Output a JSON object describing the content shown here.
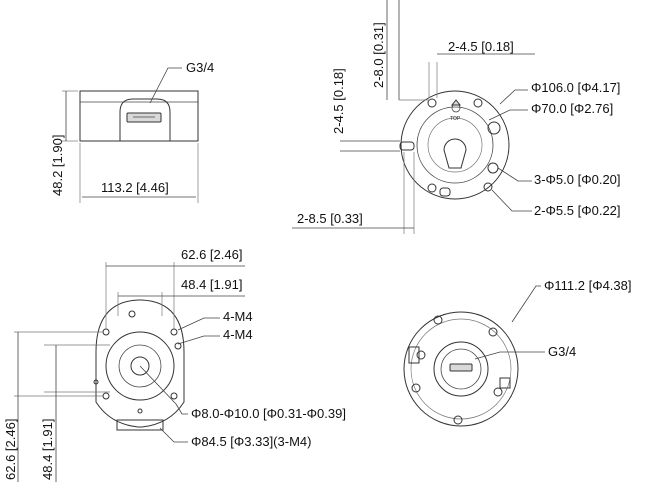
{
  "side_view": {
    "thread": "G3/4",
    "width": "113.2 [4.46]",
    "height": "48.2 [1.90]"
  },
  "back_view": {
    "dim_top": "2-8.0 [0.31]",
    "dim_side": "2-4.5 [0.18]",
    "dim_top_right": "2-4.5 [0.18]",
    "dim_bottom": "2-8.5 [0.33]",
    "dia_outer": "Φ106.0 [Φ4.17]",
    "dia_inner": "Φ70.0 [Φ2.76]",
    "holes_small": "3-Φ5.0 [Φ0.20]",
    "holes_large": "2-Φ5.5 [Φ0.22]",
    "top_mark": "TOP"
  },
  "bottom_view": {
    "dim_w_outer": "62.6 [2.46]",
    "dim_w_inner": "48.4 [1.91]",
    "thread_a": "4-M4",
    "thread_b": "4-M4",
    "hole_dia": "Φ8.0-Φ10.0 [Φ0.31-Φ0.39]",
    "pcd": "Φ84.5 [Φ3.33](3-M4)",
    "dim_h_outer": "62.6 [2.46]",
    "dim_h_inner": "48.4 [1.91]"
  },
  "front_view": {
    "dia": "Φ111.2 [Φ4.38]",
    "thread": "G3/4"
  }
}
